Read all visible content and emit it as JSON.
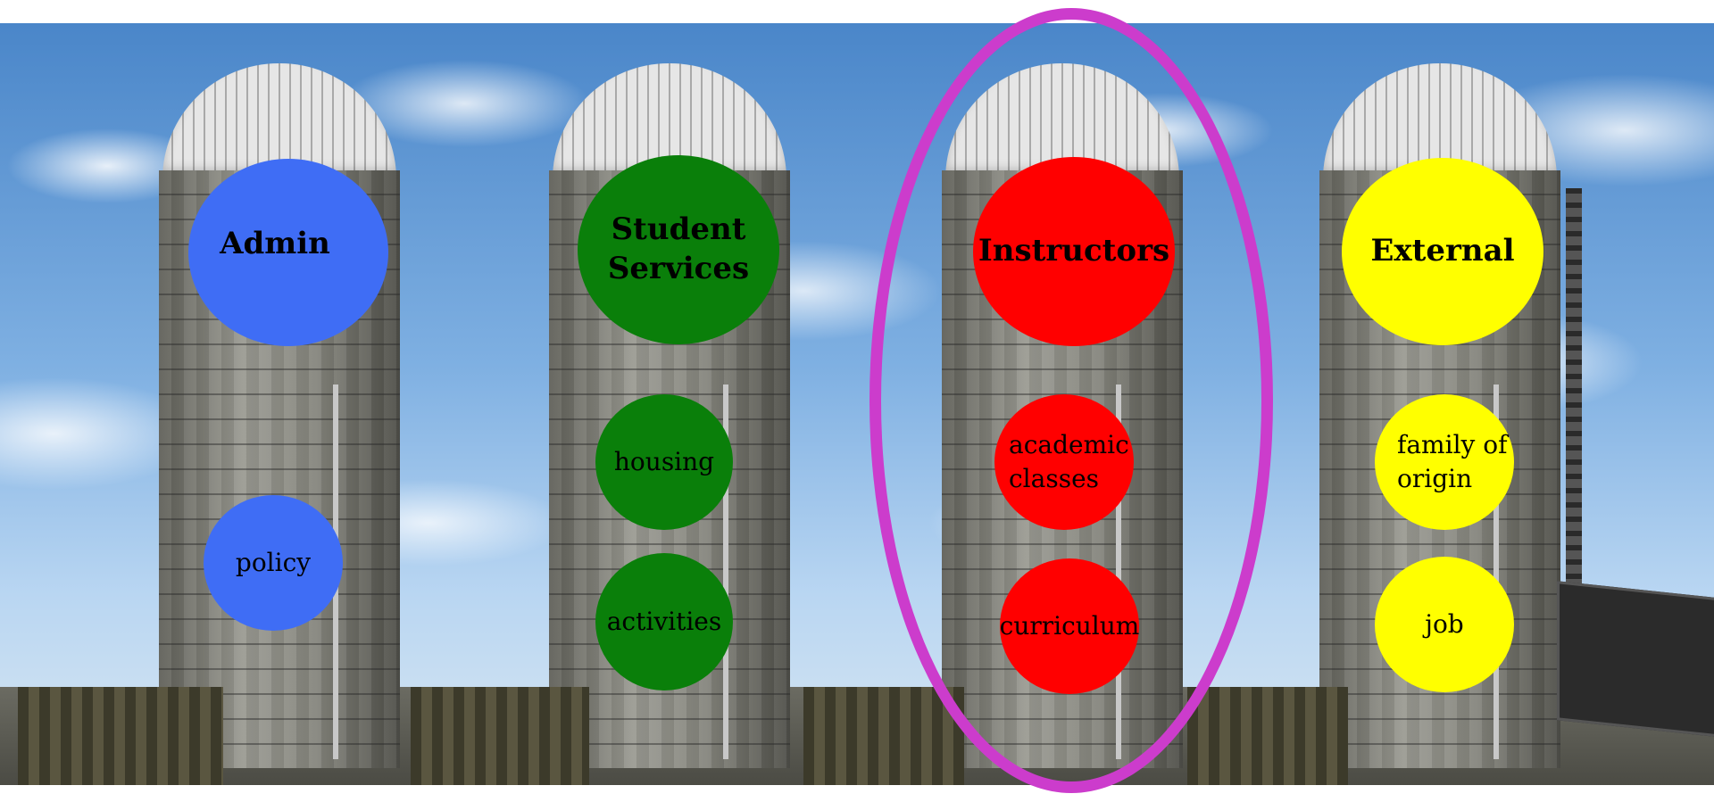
{
  "colors": {
    "admin": "#3f6df5",
    "student_services": "#0a7f0a",
    "instructors": "#ff0000",
    "external": "#ffff00",
    "highlight_ring": "#cc3ccc"
  },
  "columns": [
    {
      "id": "admin",
      "title": "Admin",
      "items": [
        "policy"
      ]
    },
    {
      "id": "student_services",
      "title_lines": [
        "Student",
        "Services"
      ],
      "items": [
        "housing",
        "activities"
      ]
    },
    {
      "id": "instructors",
      "title": "Instructors",
      "items_lines": [
        [
          "academic",
          "classes"
        ],
        [
          "curriculum"
        ]
      ]
    },
    {
      "id": "external",
      "title": "External",
      "items_lines": [
        [
          "family of",
          "origin"
        ],
        [
          "job"
        ]
      ]
    }
  ],
  "highlighted_column": "instructors"
}
